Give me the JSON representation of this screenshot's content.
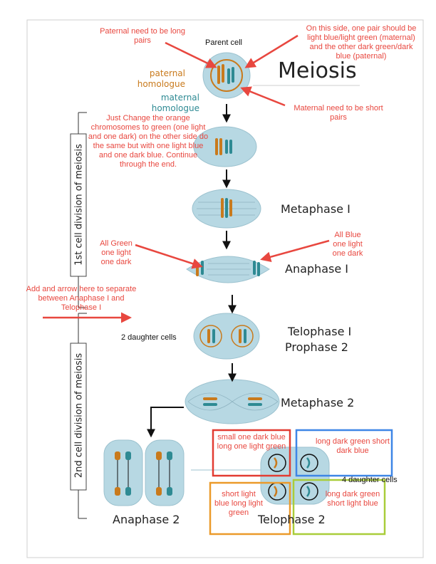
{
  "title": "Meiosis",
  "parent_cell_label": "Parent cell",
  "paternal_label": "paternal homologue",
  "maternal_label": "maternal homologue",
  "side_labels": {
    "first": "1st cell division of meiosis",
    "second": "2nd cell division of meiosis"
  },
  "stages": {
    "metaphase1": "Metaphase I",
    "anaphase1": "Anaphase I",
    "telophase1": "Telophase I",
    "prophase2": "Prophase  2",
    "metaphase2": "Metaphase 2",
    "anaphase2": "Anaphase 2",
    "telophase2": "Telophase 2"
  },
  "daughter_cells_2": "2 daughter cells",
  "daughter_cells_4": "4 daughter cells",
  "notes": {
    "paternal_long": "Paternal need to be long pairs",
    "pair_colors": "On this side, one pair should be light blue/light green (maternal) and the other dark green/dark blue (paternal)",
    "maternal_short": "Maternal need to be short pairs",
    "change_orange": "Just Change the orange chromosomes to green (one light and one dark) on the other side do the same but with one light blue and one dark blue.  Continue through the end.",
    "all_green": "All Green one light one dark",
    "all_blue": "All Blue one light one dark",
    "add_arrow": "Add and arrow here to separate between Anaphase I and Telophase I",
    "box_red": "small one dark blue long one light green",
    "box_blue": "long dark green short dark blue",
    "box_orange": "short light blue long light green",
    "box_green": "long dark green short light blue"
  },
  "colors": {
    "annotation": "#e8473f",
    "cell_fill": "#b7d8e3",
    "paternal": "#c97a1c",
    "maternal": "#2e8a93",
    "box_red": "#e23c32",
    "box_blue": "#3e86e6",
    "box_orange": "#eb9a2a",
    "box_green": "#a9cd3a"
  }
}
